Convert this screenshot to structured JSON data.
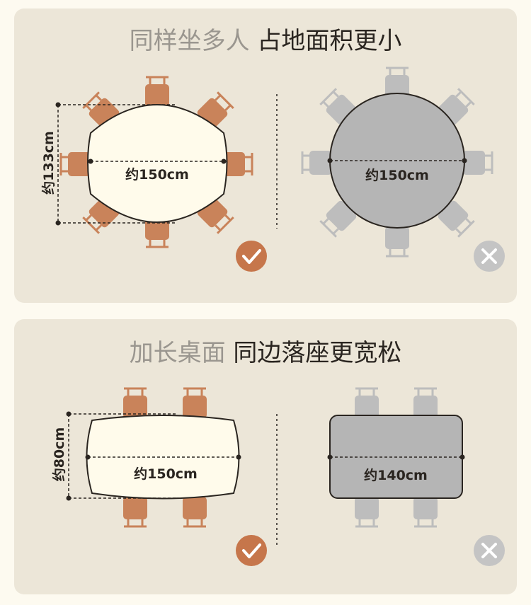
{
  "panels": [
    {
      "title_muted": "同样坐多人",
      "title_strong": "占地面积更小",
      "good": {
        "width_label": "约150cm",
        "depth_label": "约133cm"
      },
      "bad": {
        "width_label": "约150cm"
      }
    },
    {
      "title_muted": "加长桌面",
      "title_strong": "同边落座更宽松",
      "good": {
        "width_label": "约150cm",
        "depth_label": "约80cm"
      },
      "bad": {
        "width_label": "约140cm"
      }
    }
  ],
  "icons": {
    "good": "check-icon",
    "bad": "x-icon"
  },
  "colors": {
    "background": "#fdfaf0",
    "panel": "#ece6d8",
    "chair_good": "#c9835a",
    "chair_bad": "#bdbdbd",
    "table_good": "#fffbeb",
    "table_bad": "#b5b5b5",
    "check_badge": "#c6764b",
    "x_badge": "#c4c4c4"
  }
}
